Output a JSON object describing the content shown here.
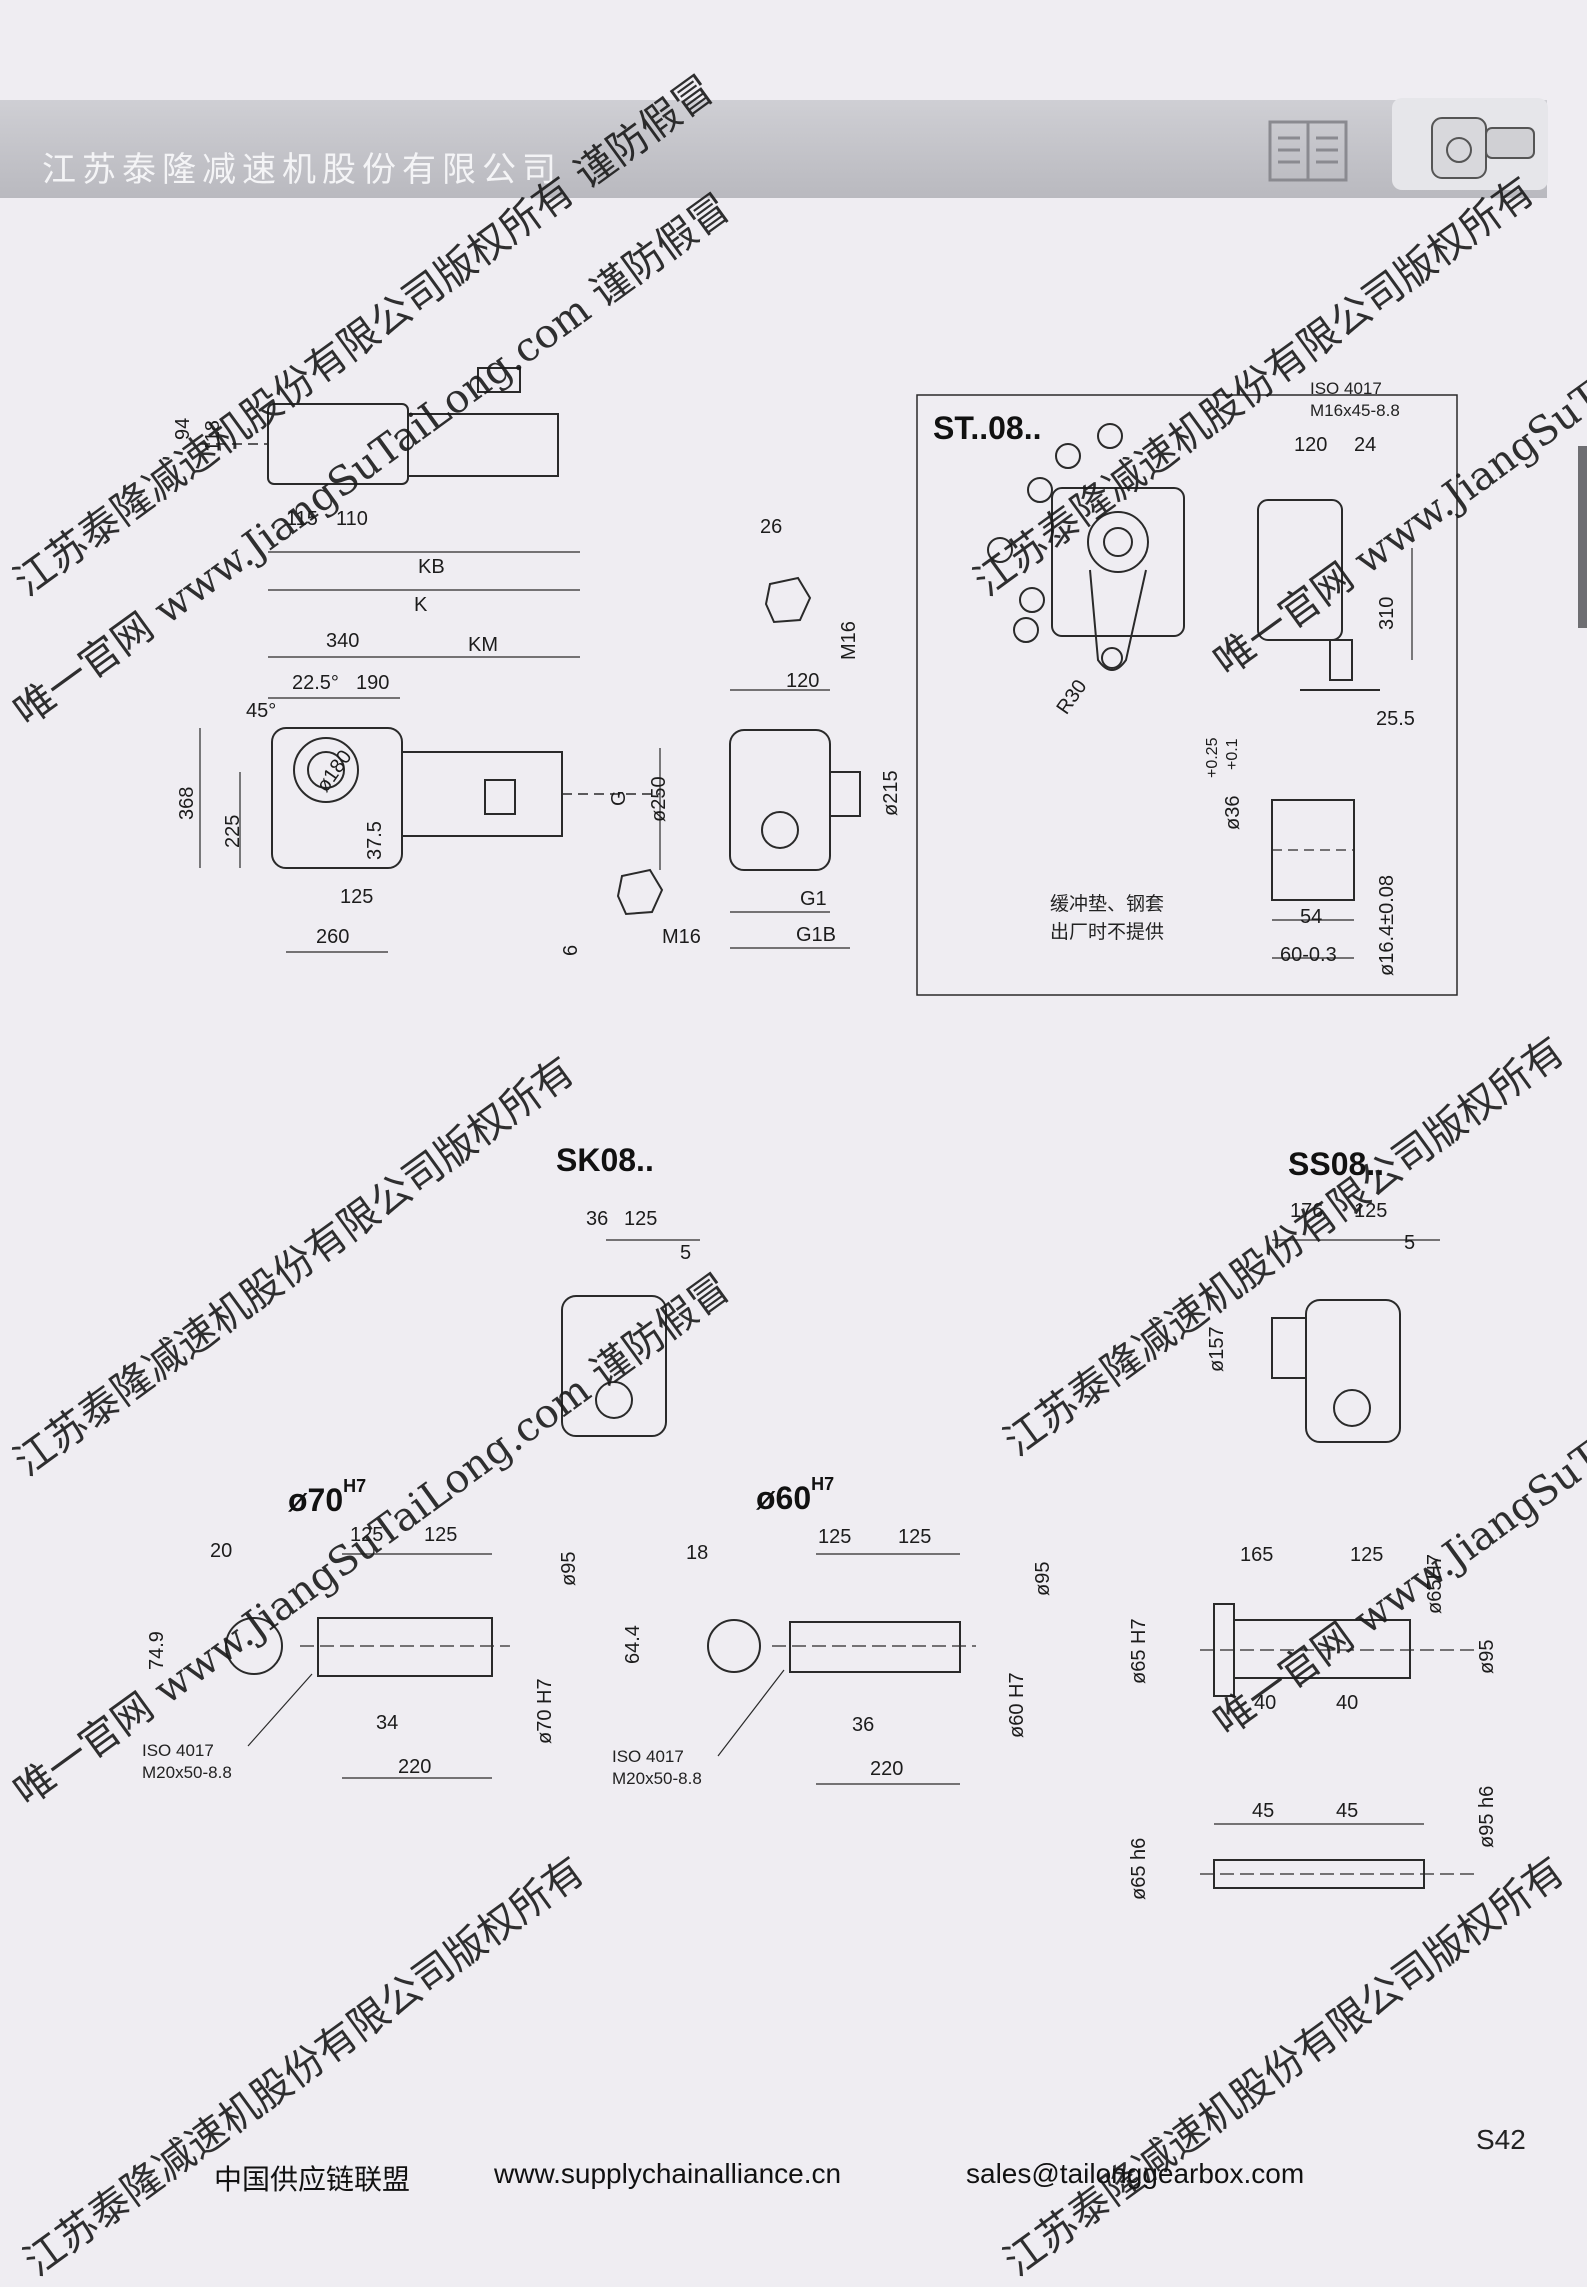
{
  "header": {
    "company": "江苏泰隆减速机股份有限公司"
  },
  "sections": {
    "st_title": "ST..08..",
    "sk_title": "SK08..",
    "ss_title": "SS08.."
  },
  "shafts": {
    "d70": {
      "main": "ø70",
      "tol": "H7"
    },
    "d60": {
      "main": "ø60",
      "tol": "H7"
    }
  },
  "dims": {
    "main_view": [
      "94",
      "118",
      "115",
      "110",
      "KB",
      "K",
      "340",
      "KM",
      "45°",
      "22.5°",
      "190",
      "368",
      "225",
      "ø180",
      "37.5",
      "125",
      "260",
      "G",
      "ø250",
      "6",
      "M16"
    ],
    "side_view": [
      "26",
      "M16",
      "120",
      "ø215",
      "G1",
      "G1B"
    ],
    "st_view": [
      "120",
      "24",
      "310",
      "R30",
      "25.5",
      "ø36",
      "+0.25",
      "+0.1",
      "54",
      "60-0.3",
      "ø16.4±0.08"
    ],
    "sk_view": [
      "36",
      "125",
      "5"
    ],
    "ss_view": [
      "176",
      "125",
      "5",
      "ø157"
    ],
    "d70_view": [
      "20",
      "125",
      "125",
      "74.9",
      "ø95",
      "34",
      "220",
      "ø70 H7"
    ],
    "d60_view": [
      "18",
      "125",
      "125",
      "64.4",
      "ø95",
      "36",
      "220",
      "ø60 H7"
    ],
    "hollow_view": [
      "165",
      "125",
      "ø65H7",
      "ø65 H7",
      "ø95",
      "40",
      "40",
      "45",
      "45",
      "ø65 h6",
      "ø95 h6"
    ]
  },
  "notes": {
    "iso_st": [
      "ISO 4017",
      "M16x45-8.8"
    ],
    "iso_70": [
      "ISO 4017",
      "M20x50-8.8"
    ],
    "iso_60": [
      "ISO 4017",
      "M20x50-8.8"
    ],
    "st_cn": [
      "缓冲垫、钢套",
      "出厂时不提供"
    ]
  },
  "watermarks": [
    "江苏泰隆减速机股份有限公司版权所有 谨防假冒",
    "唯一官网 www.JiangSuTaiLong.com 谨防假冒",
    "江苏泰隆减速机股份有限公司版权所有",
    "唯一官网 www.JiangSuTa",
    "江苏泰隆减速机股份有限公司版权所有",
    "唯一官网 www.JiangSuTaiLong.com 谨防假冒",
    "江苏泰隆减速机股份有限公司版权所有",
    "唯一官网 www.JiangSuTa",
    "江苏泰隆减速机股份有限公司版权所有",
    "江苏泰隆减速机股份有限公司版权所有"
  ],
  "page_number": "S42",
  "footer": {
    "alliance": "中国供应链联盟",
    "website": "www.supplychainalliance.cn",
    "email": "sales@tailonggearbox.com"
  }
}
